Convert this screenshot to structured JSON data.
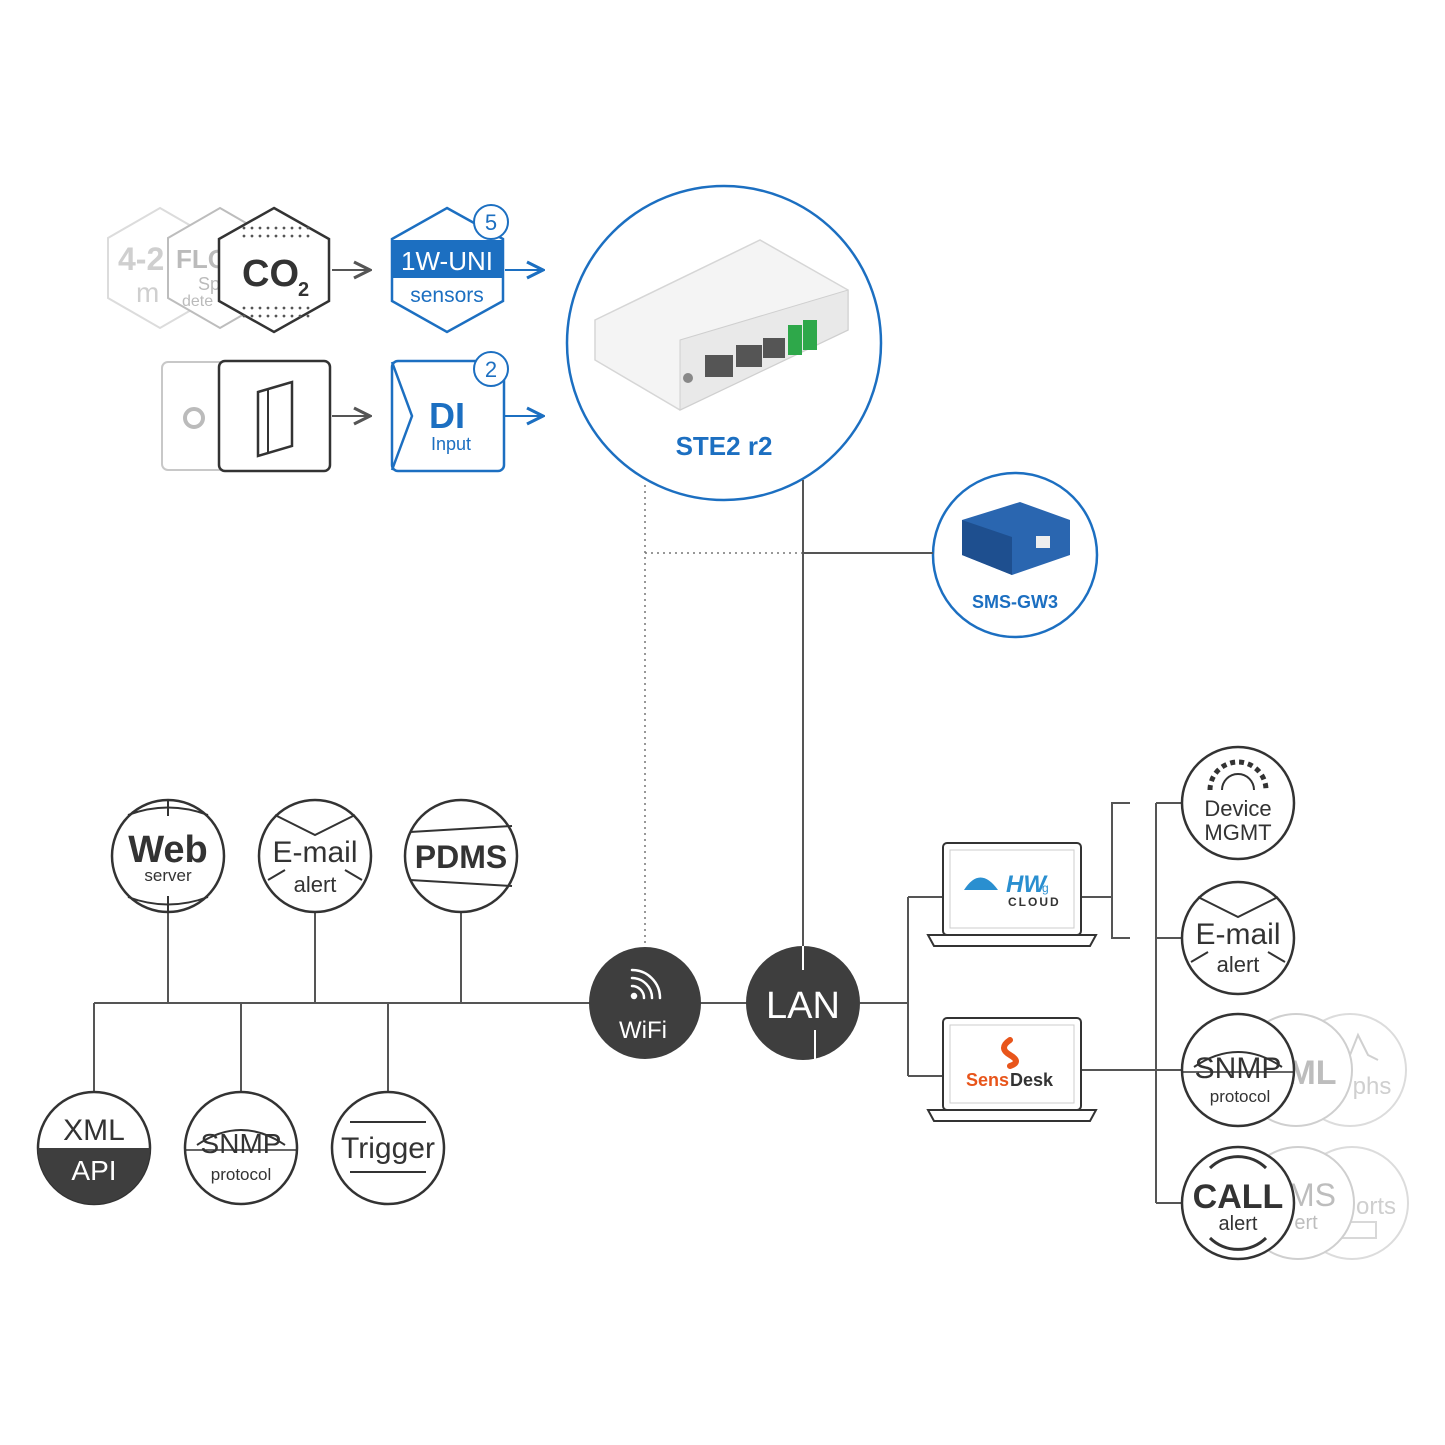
{
  "colors": {
    "blue": "#1c6fc1",
    "dark": "#3e3e3e",
    "line": "#555555",
    "ghost": "#d4d4d4"
  },
  "top": {
    "sensor_ghost_1": "4-2",
    "sensor_ghost_1b": "m",
    "sensor_ghost_2": "FLO",
    "sensor_ghost_2b": "Sp",
    "sensor_ghost_2c": "dete",
    "co2_main": "CO",
    "co2_sub": "2",
    "uni_title": "1W-UNI",
    "uni_sub": "sensors",
    "uni_badge": "5",
    "di_title": "DI",
    "di_sub": "Input",
    "di_badge": "2",
    "device_name": "STE2 r2",
    "sms_name": "SMS-GW3"
  },
  "hubs": {
    "wifi": "WiFi",
    "lan": "LAN"
  },
  "left": {
    "web_title": "Web",
    "web_sub": "server",
    "email_title": "E-mail",
    "email_sub": "alert",
    "pdms_title": "PDMS",
    "xml_title": "XML",
    "xml_sub": "API",
    "snmp_title": "SNMP",
    "snmp_sub": "protocol",
    "trigger_title": "Trigger"
  },
  "right": {
    "hwg_brand": "HW",
    "hwg_sub": "g",
    "hwg_cloud": "CLOUD",
    "sensdesk_a": "Sens",
    "sensdesk_b": "Desk",
    "device_title": "Device",
    "device_sub": "MGMT",
    "email_title": "E-mail",
    "email_sub": "alert",
    "snmp_title": "SNMP",
    "snmp_sub": "protocol",
    "call_title": "CALL",
    "call_sub": "alert",
    "ghost_xml": "ML",
    "ghost_graphs": "phs",
    "ghost_sms": "MS",
    "ghost_sms_sub": "ert",
    "ghost_reports": "orts"
  }
}
